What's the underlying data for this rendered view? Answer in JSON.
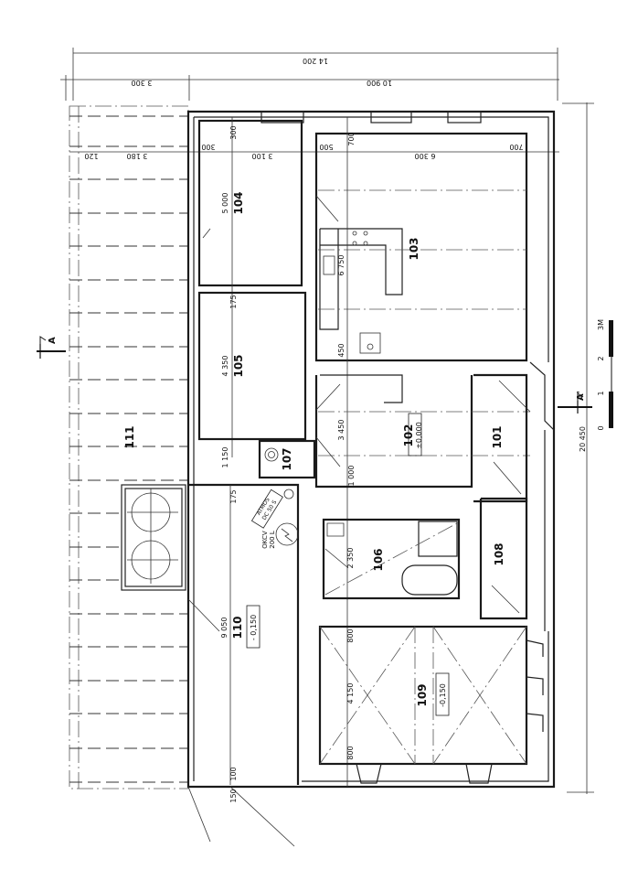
{
  "drawing": {
    "type": "architectural-floor-plan",
    "orientation": "rotated-90",
    "section_marks": [
      "A",
      "A'"
    ],
    "scale_bar": {
      "ticks": [
        "0",
        "1",
        "2",
        "3M"
      ]
    }
  },
  "rooms": [
    {
      "id": "101",
      "label": "101"
    },
    {
      "id": "102",
      "label": "102",
      "level": "±0,000"
    },
    {
      "id": "103",
      "label": "103"
    },
    {
      "id": "104",
      "label": "104"
    },
    {
      "id": "105",
      "label": "105"
    },
    {
      "id": "106",
      "label": "106"
    },
    {
      "id": "107",
      "label": "107"
    },
    {
      "id": "108",
      "label": "108"
    },
    {
      "id": "109",
      "label": "109",
      "level": "-0,150"
    },
    {
      "id": "110",
      "label": "110",
      "level": "- 0,150"
    },
    {
      "id": "111",
      "label": "111"
    }
  ],
  "dimensions": {
    "overall_width": "14 200",
    "terrace_width": "3 300",
    "house_width": "10 900",
    "overall_length": "20 450",
    "chain_top": [
      "120",
      "3 180",
      "300",
      "3 100",
      "500",
      "6 300",
      "700"
    ],
    "wall_300_vert": "300",
    "wall_700_vert": "700",
    "room104_len": "5 000",
    "gap_175_a": "175",
    "room105_len": "4 350",
    "room107_len": "1 150",
    "gap_175_b": "175",
    "room110_len": "9 050",
    "end_100": "100",
    "end_150": "150",
    "room103_len": "6 750",
    "gap_450": "450",
    "room102_len": "3 450",
    "gap_1000": "1 000",
    "room106_len": "2 350",
    "gap_800_a": "800",
    "room109_len": "4 150",
    "gap_800_b": "800"
  },
  "equipment": {
    "boiler_label_1": "ATMOS",
    "boiler_label_2": "DC 50 S",
    "water_heater_1": "OKCV",
    "water_heater_2": "200 L"
  }
}
